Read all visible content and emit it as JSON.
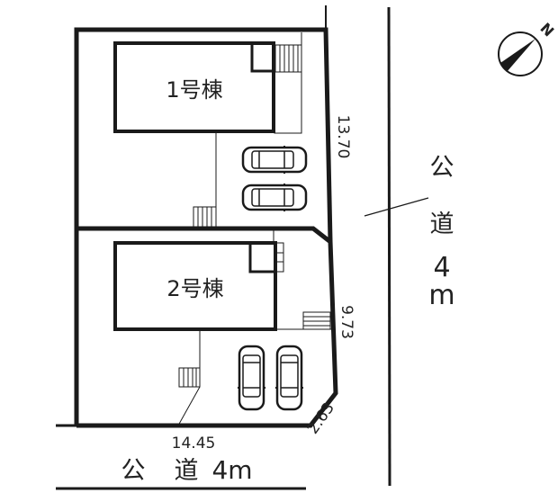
{
  "buildings": [
    {
      "label": "1号棟"
    },
    {
      "label": "2号棟"
    }
  ],
  "dimensions": {
    "east_upper": "13.70",
    "east_lower": "9.73",
    "corner_cut": "2.63",
    "south": "14.45"
  },
  "roads": {
    "east": {
      "chars": [
        "公",
        "道",
        "4",
        "m"
      ]
    },
    "south": {
      "label_a": "公",
      "label_b": "道",
      "label_c": "4m"
    }
  },
  "compass": {
    "icon": "north-arrow-icon",
    "letter": "N"
  },
  "colors": {
    "line": "#1a1a1a",
    "background": "#ffffff"
  }
}
